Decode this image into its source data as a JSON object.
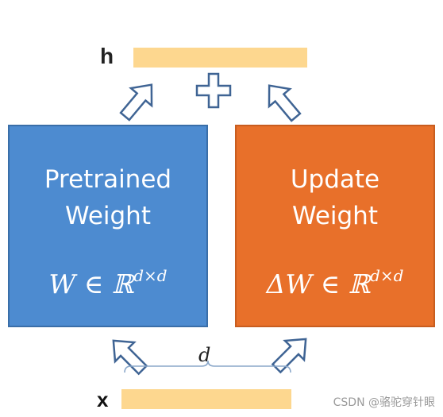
{
  "output": {
    "label": "h"
  },
  "input": {
    "label": "x",
    "dimension_label": "d"
  },
  "pretrained": {
    "line1": "Pretrained",
    "line2": "Weight",
    "formula_main": "W ∈ ℝ",
    "formula_sup": "d×d"
  },
  "update": {
    "line1": "Update",
    "line2": "Weight",
    "formula_main": "ΔW ∈ ℝ",
    "formula_sup": "d×d"
  },
  "watermark": "CSDN @骆驼穿针眼",
  "colors": {
    "pretrained_box": "#4d8bd0",
    "update_box": "#e8702a",
    "vector_bar": "#fdd78f"
  },
  "icons": {
    "operator": "plus-icon",
    "flow": "arrow-icon"
  }
}
